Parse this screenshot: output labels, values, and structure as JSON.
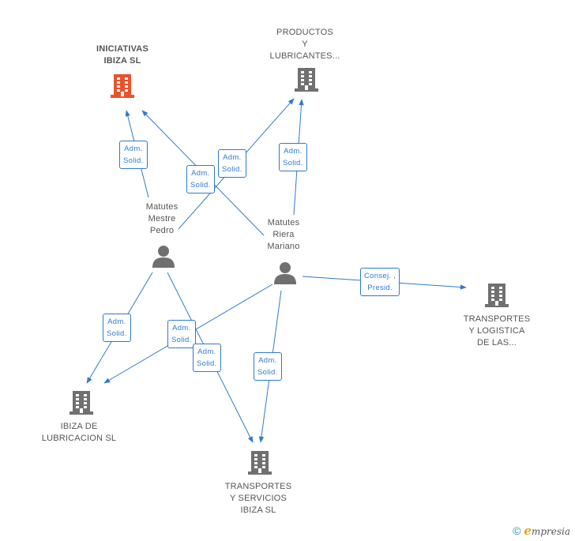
{
  "colors": {
    "edge": "#2e7bcf",
    "company": "#707070",
    "company_focus": "#e8532b",
    "person": "#707070"
  },
  "nodes": [
    {
      "id": "iniciativas",
      "kind": "company",
      "focus": true,
      "name": "INICIATIVAS\nIBIZA SL"
    },
    {
      "id": "productos",
      "kind": "company",
      "focus": false,
      "name": "PRODUCTOS\nY\nLUBRICANTES..."
    },
    {
      "id": "pedro",
      "kind": "person",
      "focus": false,
      "name": "Matutes\nMestre\nPedro"
    },
    {
      "id": "mariano",
      "kind": "person",
      "focus": false,
      "name": "Matutes\nRiera\nMariano"
    },
    {
      "id": "logistica",
      "kind": "company",
      "focus": false,
      "name": "TRANSPORTES\nY LOGISTICA\nDE LAS..."
    },
    {
      "id": "lubricacion",
      "kind": "company",
      "focus": false,
      "name": "IBIZA DE\nLUBRICACION SL"
    },
    {
      "id": "servicios",
      "kind": "company",
      "focus": false,
      "name": "TRANSPORTES\nY SERVICIOS\nIBIZA SL"
    }
  ],
  "edges": [
    {
      "id": "e1",
      "label": "Adm.\nSolid."
    },
    {
      "id": "e2",
      "label": "Adm.\nSolid."
    },
    {
      "id": "e3",
      "label": "Adm.\nSolid."
    },
    {
      "id": "e4",
      "label": "Adm.\nSolid."
    },
    {
      "id": "e5",
      "label": "Consej. ,\nPresid."
    },
    {
      "id": "e6",
      "label": "Adm.\nSolid."
    },
    {
      "id": "e7",
      "label": "Adm.\nSolid."
    },
    {
      "id": "e8",
      "label": "Adm.\nSolid."
    },
    {
      "id": "e9",
      "label": "Adm.\nSolid."
    }
  ],
  "footer": {
    "copyright": "©",
    "brand_initial": "e",
    "brand_rest": "mpresia"
  }
}
